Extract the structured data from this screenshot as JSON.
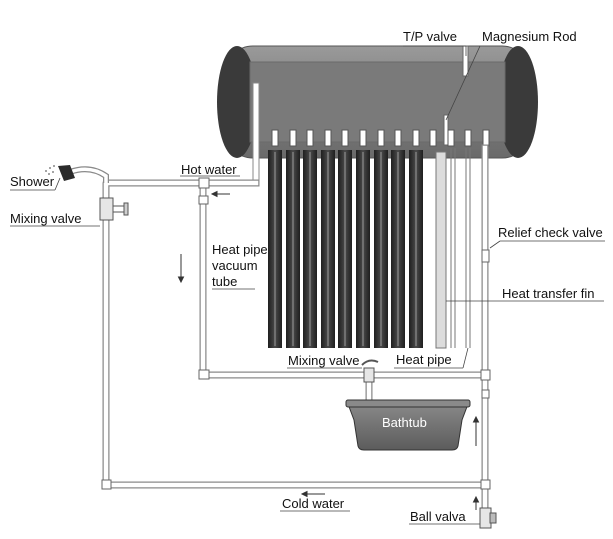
{
  "labels": {
    "tp_valve": "T/P valve",
    "magnesium_rod": "Magnesium Rod",
    "shower": "Shower",
    "hot_water": "Hot water",
    "mixing_valve_left": "Mixing valve",
    "heat_pipe_vacuum_tube": [
      "Heat pipe",
      "vacuum",
      "tube"
    ],
    "relief_check_valve": "Relief check valve",
    "heat_transfer_fin": "Heat transfer fin",
    "mixing_valve_bottom": "Mixing valve",
    "heat_pipe": "Heat pipe",
    "bathtub": "Bathtub",
    "cold_water": "Cold water",
    "ball_valva": "Ball valva"
  },
  "colors": {
    "tank_body": "#7d7d7d",
    "tank_end_caps": "#3a3a3a",
    "tubes": "#2f2f2f",
    "pipe": "#ffffff",
    "pipe_outline": "#8a8a8a",
    "bathtub": "#6e6e6e"
  }
}
